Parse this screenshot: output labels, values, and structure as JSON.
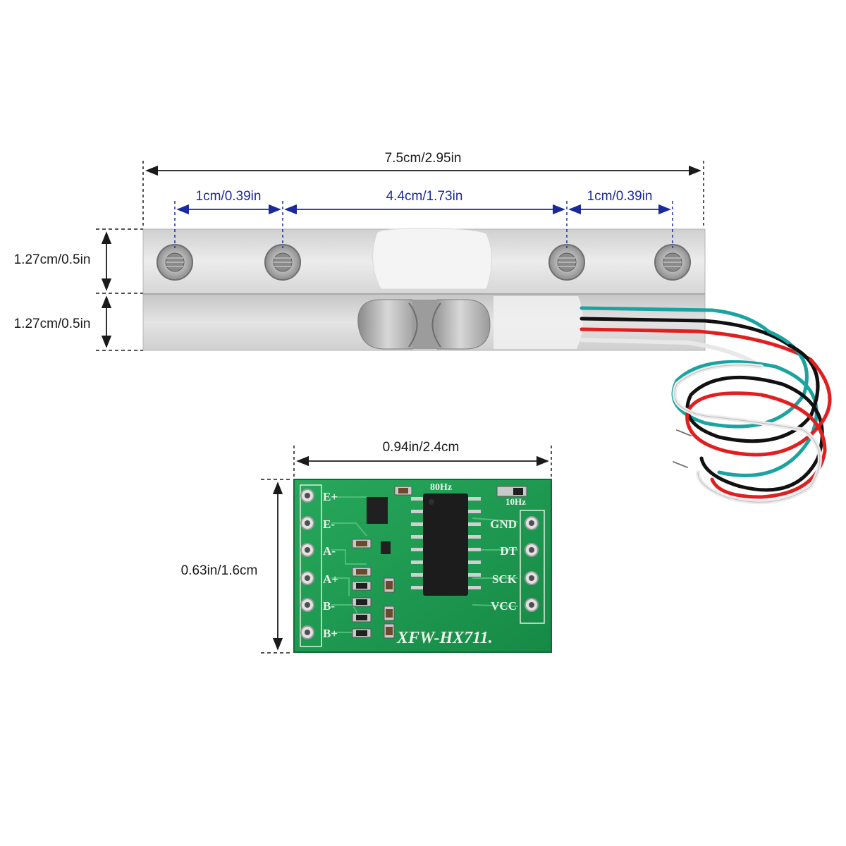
{
  "load_cell": {
    "overall_length": "7.5cm/2.95in",
    "hole_spacing_left": "1cm/0.39in",
    "hole_spacing_middle": "4.4cm/1.73in",
    "hole_spacing_right": "1cm/0.39in",
    "height_upper": "1.27cm/0.5in",
    "height_lower": "1.27cm/0.5in"
  },
  "module": {
    "width": "0.94in/2.4cm",
    "height": "0.63in/1.6cm",
    "name": "XFW-HX711.",
    "rate_label": "80Hz",
    "rate_label_2": "10Hz",
    "left_pins": [
      "E+",
      "E-",
      "A-",
      "A+",
      "B-",
      "B+"
    ],
    "right_pins": [
      "GND",
      "DT",
      "SCK",
      "VCC"
    ]
  },
  "colors": {
    "dimension_blue": "#1a2a9a",
    "pcb_green": "#1f9a52",
    "aluminum": "#dcdcdc",
    "wire_red": "#e02020",
    "wire_black": "#111111",
    "wire_teal": "#1aa3a0",
    "wire_white": "#f2f2f2"
  }
}
